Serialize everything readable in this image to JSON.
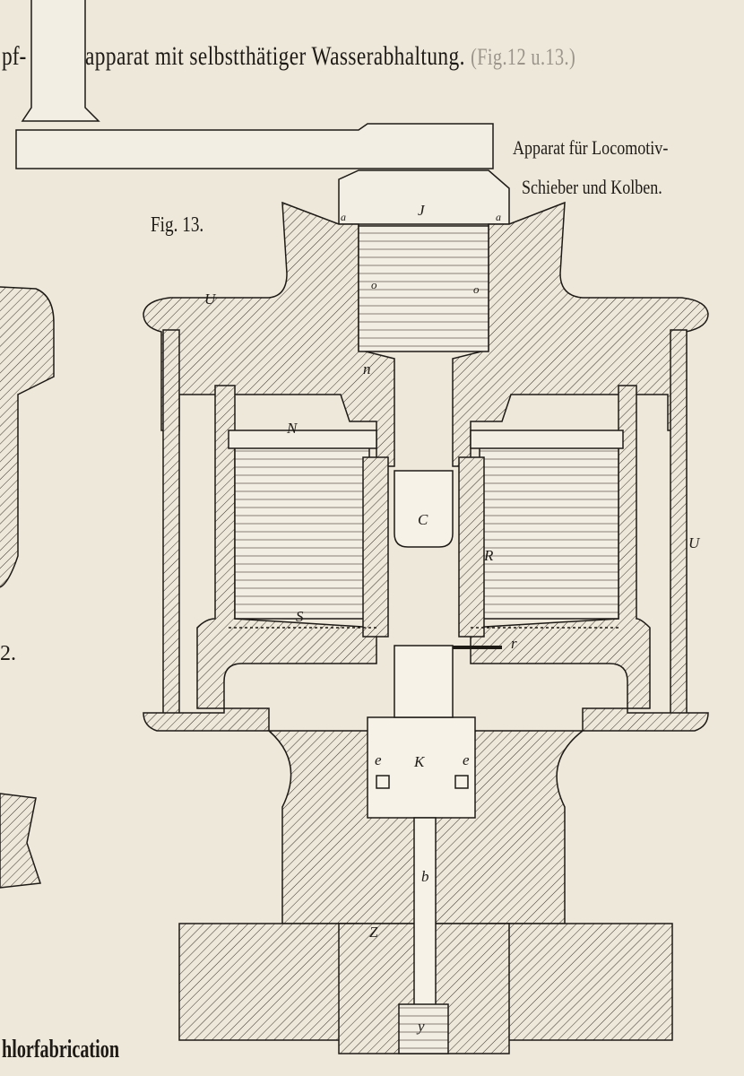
{
  "title": {
    "left_fragment": "pf-",
    "main": "apparat mit selbstthätiger Wasserabhaltung.",
    "figref": "(Fig.12 u.13.)"
  },
  "subtitle": {
    "line1": "Apparat für Locomotiv-",
    "line2": "Schieber und Kolben."
  },
  "fig_label": "Fig. 13.",
  "fig12_fragment": "2.",
  "bottom_caption": "hlorfabrication",
  "parts": {
    "a_left": "a",
    "J": "J",
    "a_right": "a",
    "o_left": "o",
    "o_right": "o",
    "U_left": "U",
    "n": "n",
    "N": "N",
    "C": "C",
    "R": "R",
    "U_right": "U",
    "S": "S",
    "r": "r",
    "K": "K",
    "e_left": "e",
    "e_right": "e",
    "b": "b",
    "Z": "Z",
    "y": "y"
  },
  "colors": {
    "paper": "#eee8da",
    "ink": "#1e1a16"
  }
}
